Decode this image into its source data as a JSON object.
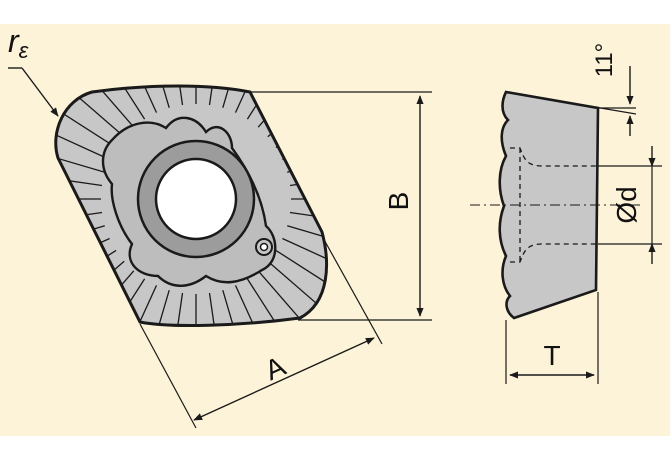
{
  "labels": {
    "corner_radius": "r",
    "corner_radius_sub": "ε",
    "dim_a": "A",
    "dim_b": "B",
    "dim_t": "T",
    "dim_d": "Ød",
    "clearance_angle": "11°"
  },
  "colors": {
    "background": "#ffffff",
    "panel": "#fdf3d8",
    "insert_fill": "#c7c7c7",
    "insert_dark": "#9c9c9c",
    "hole_fill": "#ffffff",
    "line": "#1a1a1a"
  }
}
